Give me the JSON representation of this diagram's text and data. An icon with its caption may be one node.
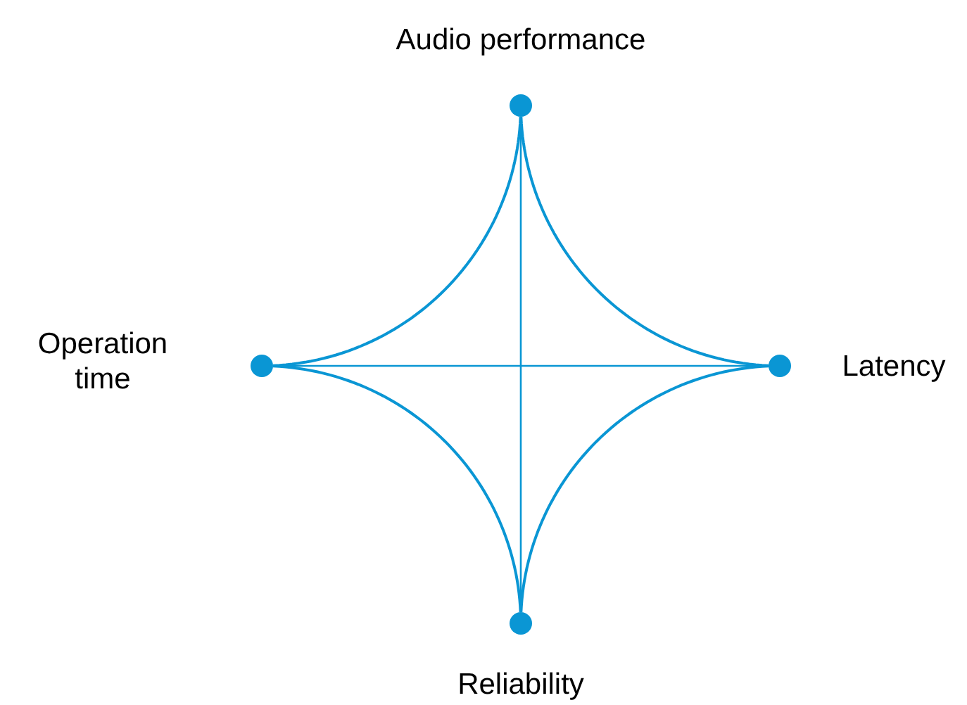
{
  "diagram": {
    "nodes": [
      {
        "text": [],
        "shape": "circle",
        "beside": [
          "Audio performance"
        ]
      },
      {
        "text": [],
        "shape": "circle",
        "beside": [
          "Operation time"
        ]
      },
      {
        "text": [],
        "shape": "circle",
        "beside": [
          "Latency"
        ]
      },
      {
        "text": [],
        "shape": "circle",
        "beside": [
          "Reliability"
        ]
      }
    ],
    "edges": [
      {
        "from": 0,
        "to": 2,
        "arrow": "none"
      },
      {
        "from": 2,
        "to": 3,
        "arrow": "none"
      },
      {
        "from": 3,
        "to": 1,
        "arrow": "none"
      },
      {
        "from": 1,
        "to": 0,
        "arrow": "none"
      },
      {
        "from": 0,
        "to": 3,
        "arrow": "none"
      },
      {
        "from": 1,
        "to": 2,
        "arrow": "none"
      }
    ]
  }
}
